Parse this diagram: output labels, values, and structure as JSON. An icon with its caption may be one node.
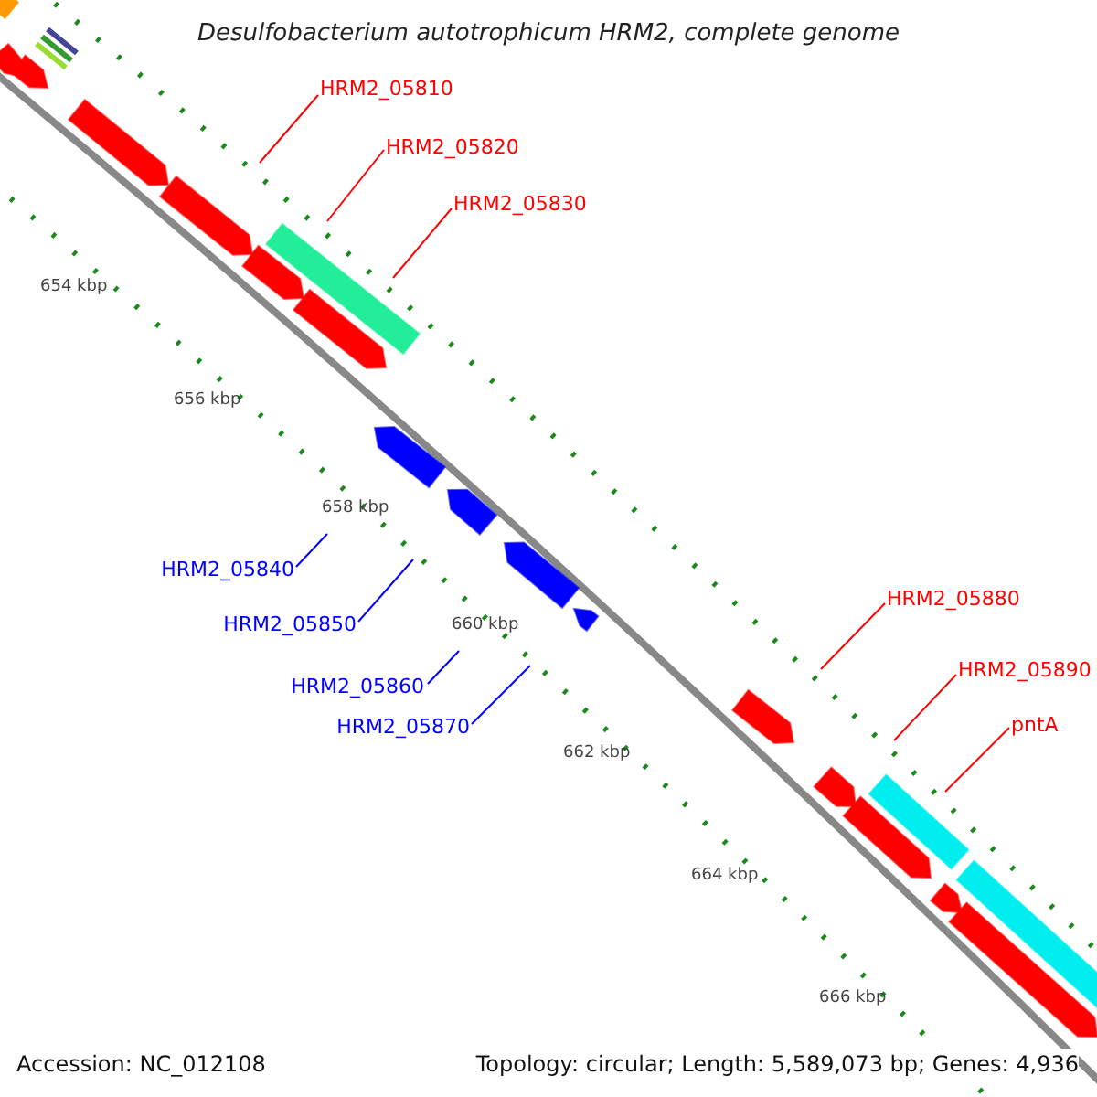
{
  "diagram": {
    "title": "Desulfobacterium autotrophicum HRM2, complete genome",
    "nodes": [
      {
        "text": [
          "HRM2_05810"
        ]
      },
      {
        "text": [
          "HRM2_05820"
        ]
      },
      {
        "text": [
          "HRM2_05830"
        ]
      },
      {
        "text": [
          "HRM2_05840"
        ]
      },
      {
        "text": [
          "HRM2_05850"
        ]
      },
      {
        "text": [
          "HRM2_05860"
        ]
      },
      {
        "text": [
          "HRM2_05870"
        ]
      },
      {
        "text": [
          "HRM2_05880"
        ]
      },
      {
        "text": [
          "HRM2_05890"
        ]
      },
      {
        "text": [
          "pntA"
        ]
      }
    ],
    "edges": [
      {
        "from": 0,
        "to": null,
        "arrow": "none"
      },
      {
        "from": 1,
        "to": null,
        "arrow": "none"
      },
      {
        "from": 2,
        "to": null,
        "arrow": "none"
      },
      {
        "from": 3,
        "to": null,
        "arrow": "none",
        "color": "#0000ff"
      },
      {
        "from": 4,
        "to": null,
        "arrow": "none",
        "color": "#0000ff"
      },
      {
        "from": 5,
        "to": null,
        "arrow": "none",
        "color": "#0000ff"
      },
      {
        "from": 6,
        "to": null,
        "arrow": "none",
        "color": "#0000ff"
      },
      {
        "from": 7,
        "to": null,
        "arrow": "none"
      },
      {
        "from": 8,
        "to": null,
        "arrow": "none"
      },
      {
        "from": 9,
        "to": null,
        "arrow": "none"
      }
    ],
    "labels": [
      "654 kbp",
      "656 kbp",
      "658 kbp",
      "660 kbp",
      "662 kbp",
      "664 kbp",
      "666 kbp",
      "Accession: NC_012108",
      "Topology: circular; Length: 5,589,073 bp; Genes: 4,936"
    ]
  }
}
